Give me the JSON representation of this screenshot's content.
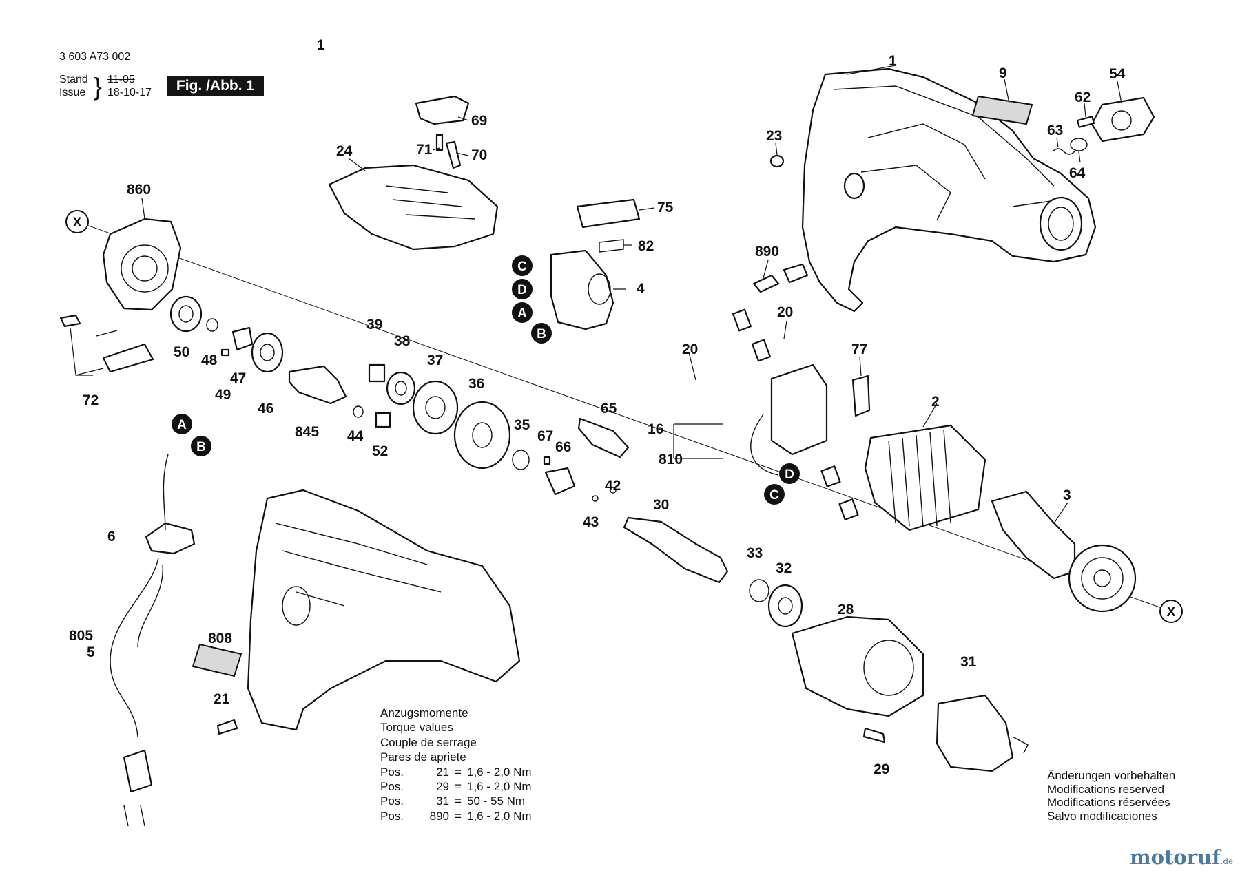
{
  "header": {
    "doc_number": "3 603 A73 002",
    "stand_label": "Stand",
    "issue_label": "Issue",
    "stand_date_struck": "11-05",
    "issue_date": "18-10-17",
    "fig_badge": "Fig. /Abb. 1"
  },
  "part_labels": [
    "1",
    "9",
    "54",
    "62",
    "63",
    "64",
    "23",
    "69",
    "71",
    "70",
    "24",
    "860",
    "75",
    "82",
    "4",
    "890",
    "20",
    "77",
    "2",
    "3",
    "50",
    "48",
    "47",
    "49",
    "46",
    "39",
    "38",
    "37",
    "36",
    "35",
    "845",
    "44",
    "52",
    "65",
    "67",
    "66",
    "42",
    "43",
    "30",
    "33",
    "32",
    "28",
    "31",
    "29",
    "16",
    "810",
    "72",
    "6",
    "805",
    "5",
    "808",
    "21",
    "X"
  ],
  "callout_letters": [
    "A",
    "B",
    "C",
    "D"
  ],
  "torque": {
    "title_de": "Anzugsmomente",
    "title_en": "Torque values",
    "title_fr": "Couple de serrage",
    "title_es": "Pares de apriete",
    "rows": [
      {
        "prefix": "Pos.",
        "pos": "21",
        "eq": "=",
        "value": "1,6 - 2,0 Nm"
      },
      {
        "prefix": "Pos.",
        "pos": "29",
        "eq": "=",
        "value": "1,6 - 2,0 Nm"
      },
      {
        "prefix": "Pos.",
        "pos": "31",
        "eq": "=",
        "value": "50 -  55 Nm"
      },
      {
        "prefix": "Pos.",
        "pos": "890",
        "eq": "=",
        "value": "1,6 - 2,0 Nm"
      }
    ]
  },
  "modifications": {
    "de": "Änderungen vorbehalten",
    "en": "Modifications reserved",
    "fr": "Modifications réservées",
    "es": "Salvo modificaciones"
  },
  "brand": {
    "name_a": "motoruf",
    "tld": ".de"
  },
  "colors": {
    "ink": "#111111",
    "badge_bg": "#151515",
    "brand_blue": "#4b7a9c",
    "brand_orange": "#e08a1a"
  }
}
